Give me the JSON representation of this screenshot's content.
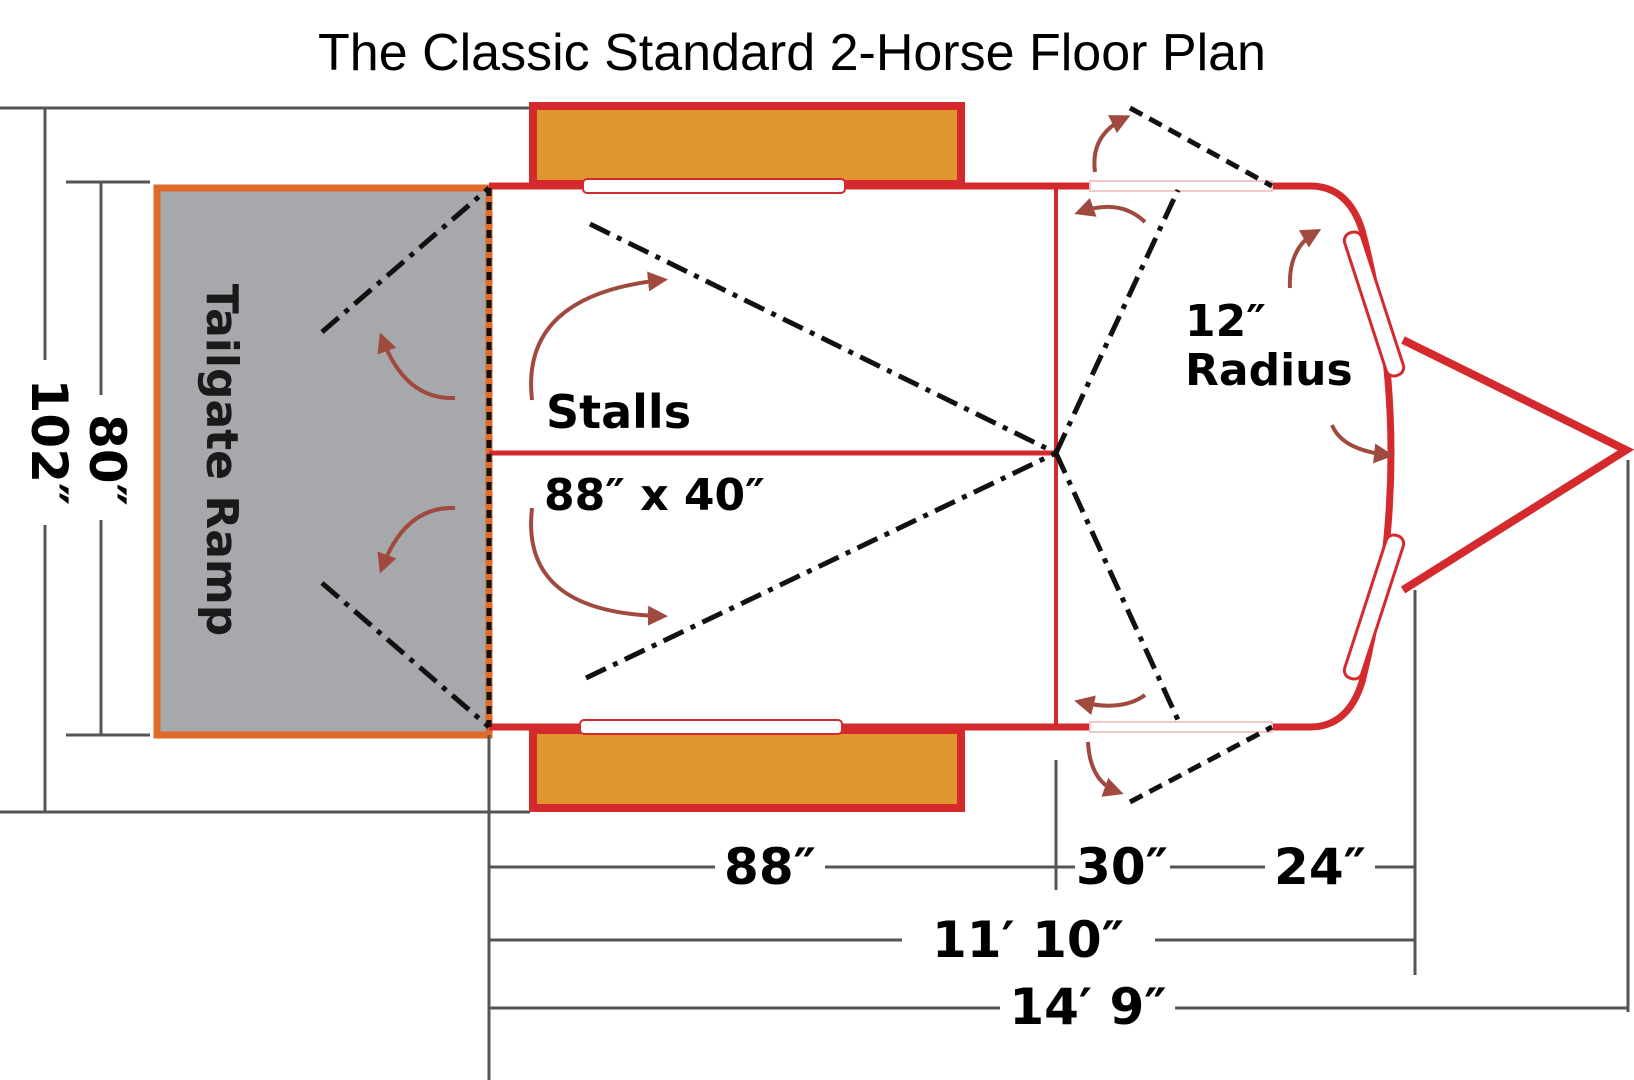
{
  "title": "The Classic Standard 2-Horse Floor Plan",
  "labels": {
    "tailgate": "Tailgate Ramp",
    "stalls": "Stalls",
    "stall_size": "88″ x 40″",
    "radius_value": "12″",
    "radius_word": "Radius"
  },
  "dimensions": {
    "stall_length": "88″",
    "front_section": "30″",
    "nose": "24″",
    "box_length": "11′ 10″",
    "overall_length": "14′ 9″",
    "inside_width": "80″",
    "overall_width": "102″"
  },
  "colors": {
    "wall": "#d42a2e",
    "fender": "#e0952f",
    "ramp_fill": "#a7a8ab",
    "ramp_border": "#e06a2a",
    "arrow": "#a04a3f",
    "dim_line": "#555555"
  }
}
